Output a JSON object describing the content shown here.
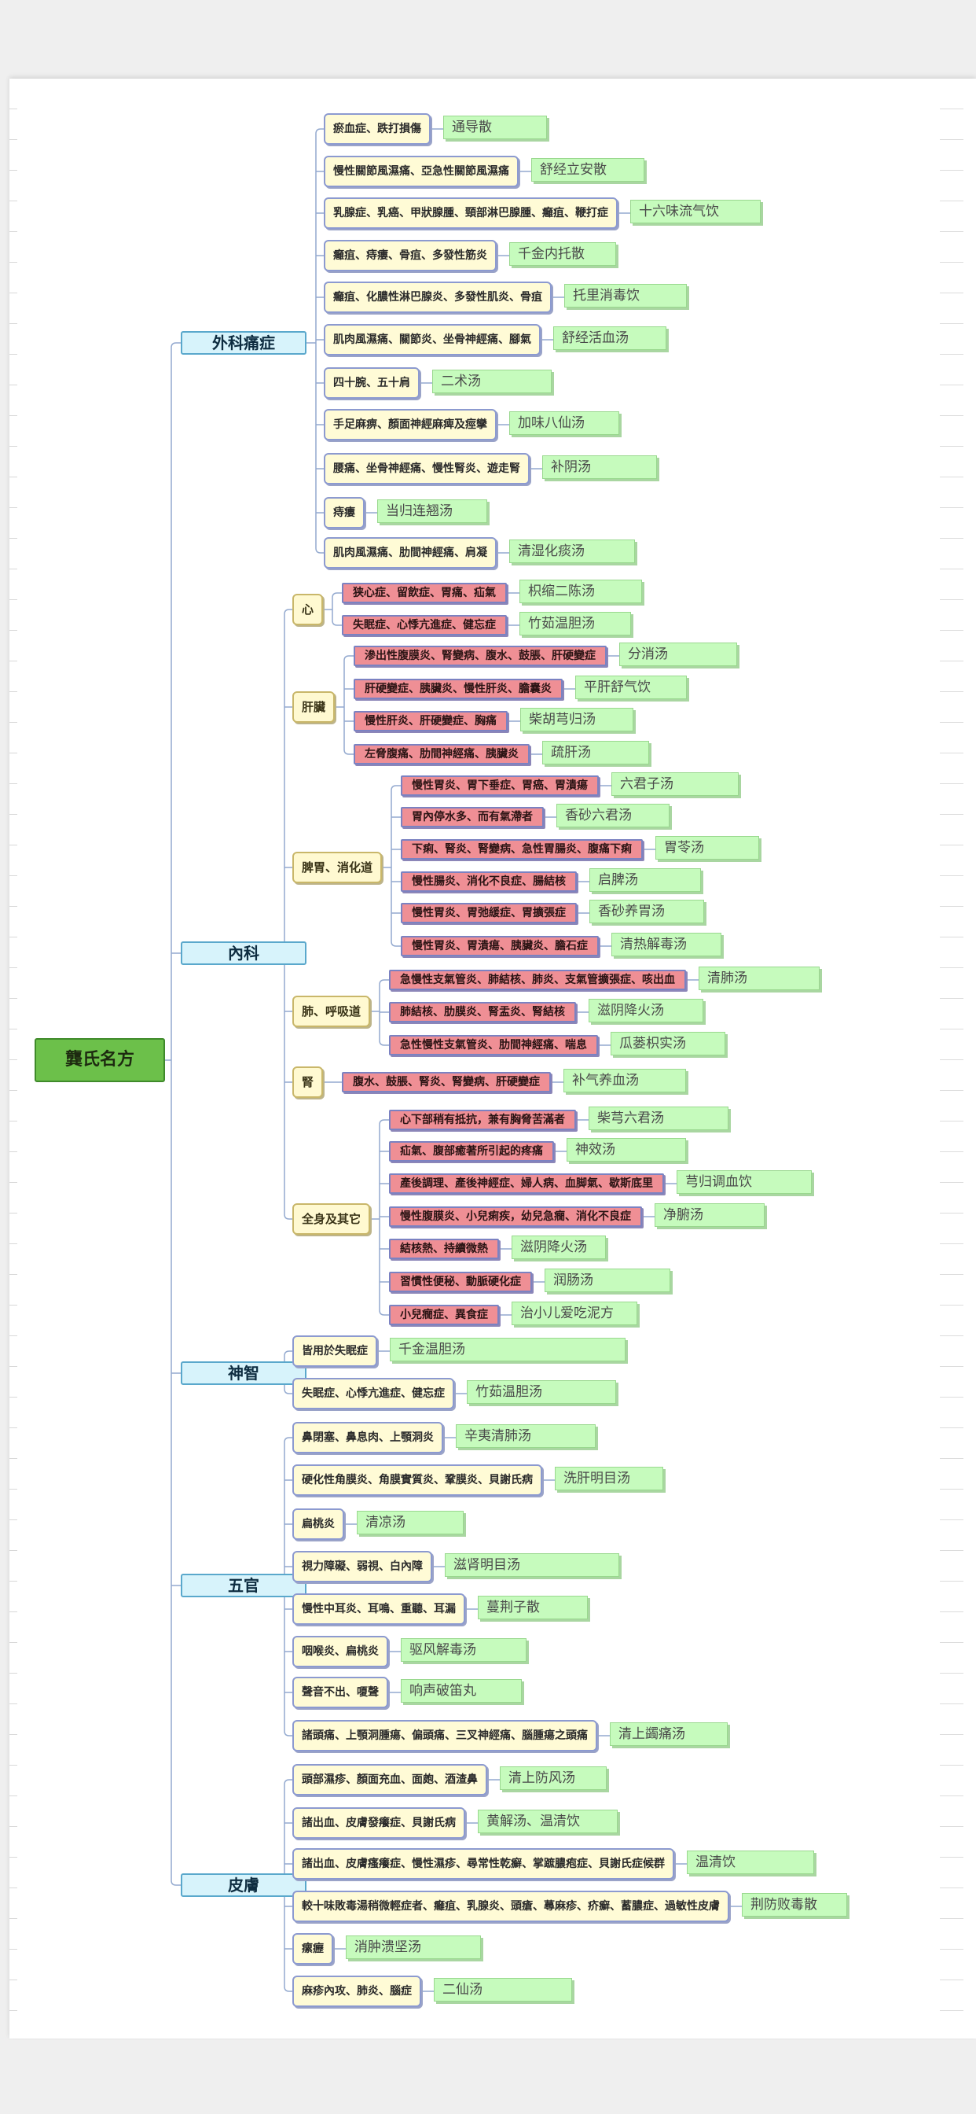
{
  "root": "龔氏名方",
  "categories": [
    {
      "name": "外科痛症",
      "items": [
        {
          "condition": "瘀血症、跌打損傷",
          "formula": "通导散"
        },
        {
          "condition": "慢性關節風濕痛、亞急性關節風濕痛",
          "formula": "舒经立安散"
        },
        {
          "condition": "乳腺症、乳癌、甲狀腺腫、頸部淋巴腺腫、癰疽、鞭打症",
          "formula": "十六味流气饮"
        },
        {
          "condition": "癰疽、痔瘻、骨疽、多發性筋炎",
          "formula": "千金内托散"
        },
        {
          "condition": "癰疽、化膿性淋巴腺炎、多發性肌炎、骨疽",
          "formula": "托里消毒饮"
        },
        {
          "condition": "肌肉風濕痛、關節炎、坐骨神經痛、腳氣",
          "formula": "舒经活血汤"
        },
        {
          "condition": "四十腕、五十肩",
          "formula": "二术汤"
        },
        {
          "condition": "手足麻痹、顏面神經麻痺及痙攣",
          "formula": "加味八仙汤"
        },
        {
          "condition": "腰痛、坐骨神經痛、慢性腎炎、遊走腎",
          "formula": "补阴汤"
        },
        {
          "condition": "痔瘻",
          "formula": "当归连翘汤"
        },
        {
          "condition": "肌肉風濕痛、肋間神經痛、肩凝",
          "formula": "清湿化痰汤"
        }
      ]
    },
    {
      "name": "內科",
      "groups": [
        {
          "name": "心",
          "items": [
            {
              "condition": "狭心症、留飲症、胃痛、疝氣",
              "formula": "枳缩二陈汤"
            },
            {
              "condition": "失眠症、心悸亢進症、健忘症",
              "formula": "竹茹温胆汤"
            }
          ]
        },
        {
          "name": "肝臟",
          "items": [
            {
              "condition": "滲出性腹膜炎、腎變病、腹水、鼓脹、肝硬變症",
              "formula": "分消汤"
            },
            {
              "condition": "肝硬變症、胰臟炎、慢性肝炎、膽囊炎",
              "formula": "平肝舒气饮"
            },
            {
              "condition": "慢性肝炎、肝硬變症、胸痛",
              "formula": "柴胡芎归汤"
            },
            {
              "condition": "左脅腹痛、肋間神經痛、胰臟炎",
              "formula": "疏肝汤"
            }
          ]
        },
        {
          "name": "脾胃、消化道",
          "items": [
            {
              "condition": "慢性胃炎、胃下垂症、胃癌、胃潰瘍",
              "formula": "六君子汤"
            },
            {
              "condition": "胃內停水多、而有氣滯者",
              "formula": "香砂六君汤"
            },
            {
              "condition": "下痢、腎炎、腎變病、急性胃腸炎、腹痛下痢",
              "formula": "胃苓汤"
            },
            {
              "condition": "慢性腸炎、消化不良症、腸結核",
              "formula": "启脾汤"
            },
            {
              "condition": "慢性胃炎、胃弛緩症、胃擴張症",
              "formula": "香砂养胃汤"
            },
            {
              "condition": "慢性胃炎、胃潰瘍、胰臟炎、膽石症",
              "formula": "清热解毒汤"
            }
          ]
        },
        {
          "name": "肺、呼吸道",
          "items": [
            {
              "condition": "急慢性支氣管炎、肺結核、肺炎、支氣管擴張症、咳出血",
              "formula": "清肺汤"
            },
            {
              "condition": "肺結核、肋膜炎、腎盂炎、腎結核",
              "formula": "滋阴降火汤"
            },
            {
              "condition": "急性慢性支氣管炎、肋間神經痛、喘息",
              "formula": "瓜蒌枳实汤"
            }
          ]
        },
        {
          "name": "腎",
          "items": [
            {
              "condition": "腹水、鼓脹、腎炎、腎變病、肝硬變症",
              "formula": "补气养血汤"
            }
          ]
        },
        {
          "name": "全身及其它",
          "items": [
            {
              "condition": "心下部稍有抵抗，兼有胸脅苦滿者",
              "formula": "柴芎六君汤"
            },
            {
              "condition": "疝氣、腹部癒著所引起的疼痛",
              "formula": "神效汤"
            },
            {
              "condition": "產後調理、產後神經症、婦人病、血脚氣、歇斯底里",
              "formula": "芎归调血饮"
            },
            {
              "condition": "慢性腹膜炎、小兒痢疾，幼兒急癇、消化不良症",
              "formula": "净腑汤"
            },
            {
              "condition": "結核熱、持續微熱",
              "formula": "滋阴降火汤"
            },
            {
              "condition": "習慣性便秘、動脈硬化症",
              "formula": "润肠汤"
            },
            {
              "condition": "小兒癇症、異食症",
              "formula": "治小儿爱吃泥方"
            }
          ]
        }
      ]
    },
    {
      "name": "神智",
      "items": [
        {
          "condition": "皆用於失眠症",
          "formula": "千金温胆汤"
        },
        {
          "condition": "失眠症、心悸亢進症、健忘症",
          "formula": "竹茹温胆汤"
        }
      ]
    },
    {
      "name": "五官",
      "items": [
        {
          "condition": "鼻閉塞、鼻息肉、上顎洞炎",
          "formula": "辛夷清肺汤"
        },
        {
          "condition": "硬化性角膜炎、角膜實質炎、鞏膜炎、貝謝氏病",
          "formula": "洗肝明目汤"
        },
        {
          "condition": "扁桃炎",
          "formula": "清凉汤"
        },
        {
          "condition": "視力障礙、弱視、白內障",
          "formula": "滋肾明目汤"
        },
        {
          "condition": "慢性中耳炎、耳鳴、重聽、耳漏",
          "formula": "蔓荆子散"
        },
        {
          "condition": "咽喉炎、扁桃炎",
          "formula": "驱风解毒汤"
        },
        {
          "condition": "聲音不出、嗄聲",
          "formula": "响声破笛丸"
        },
        {
          "condition": "諸頭痛、上顎洞腫瘍、偏頭痛、三叉神經痛、腦腫瘍之頭痛",
          "formula": "清上蠲痛汤"
        }
      ]
    },
    {
      "name": "皮膚",
      "items": [
        {
          "condition": "頭部濕疹、顏面充血、面皰、酒渣鼻",
          "formula": "清上防风汤"
        },
        {
          "condition": "諸出血、皮膚發癢症、貝謝氏病",
          "formula": "黄解汤、温清饮"
        },
        {
          "condition": "諸出血、皮膚瘙癢症、慢性濕疹、尋常性乾癬、掌蹠膿疱症、貝謝氏症候群",
          "formula": "温清饮"
        },
        {
          "condition": "較十味敗毒湯稍微輕症者、癰疽、乳腺炎、頭瘡、蕁麻疹、疥癬、蓄膿症、過敏性皮膚",
          "formula": "荆防败毒散"
        },
        {
          "condition": "瘰癧",
          "formula": "消肿溃坚汤"
        },
        {
          "condition": "麻疹內攻、肺炎、腦症",
          "formula": "二仙汤"
        }
      ]
    }
  ]
}
